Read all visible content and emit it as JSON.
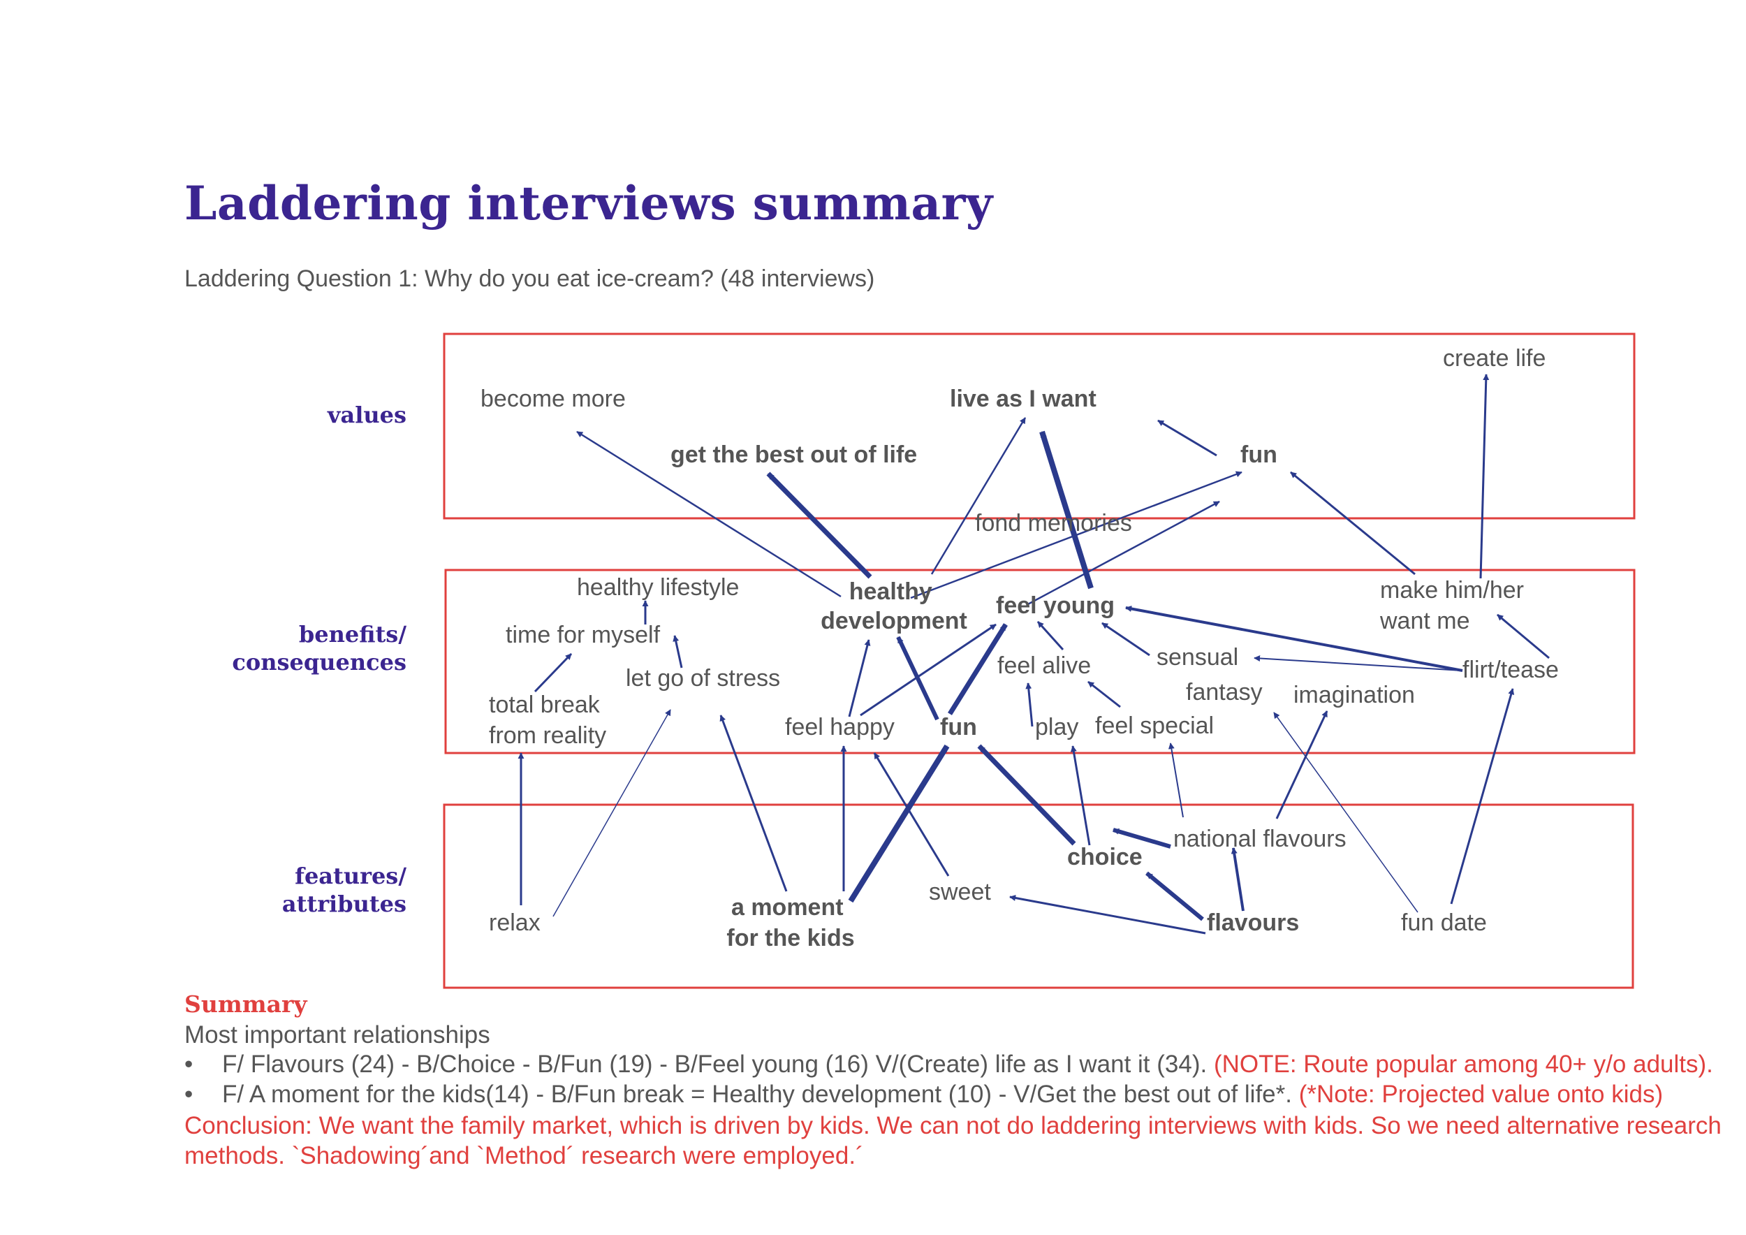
{
  "title": "Laddering interviews summary",
  "subtitle": "Laddering Question 1:  Why do you eat ice-cream? (48 interviews)",
  "row_labels": {
    "values": [
      "values"
    ],
    "benefits": [
      "benefits/",
      "consequences"
    ],
    "features": [
      "features/",
      "attributes"
    ]
  },
  "colors": {
    "title": "#3b2590",
    "arrow": "#2a3a8c",
    "box": "#e0403e",
    "text": "#555555",
    "note": "#e0403e"
  },
  "nodes": [
    {
      "id": "create-life",
      "lines": [
        "create life"
      ],
      "bold": false
    },
    {
      "id": "become-more",
      "lines": [
        "become more"
      ],
      "bold": false
    },
    {
      "id": "live-as-i-want",
      "lines": [
        "live as I want"
      ],
      "bold": true
    },
    {
      "id": "get-the-best-out-of-life",
      "lines": [
        "get the best out of life"
      ],
      "bold": true
    },
    {
      "id": "fun-value",
      "lines": [
        "fun"
      ],
      "bold": true
    },
    {
      "id": "fond-memories",
      "lines": [
        "fond memories"
      ],
      "bold": false
    },
    {
      "id": "healthy-lifestyle",
      "lines": [
        "healthy lifestyle"
      ],
      "bold": false
    },
    {
      "id": "healthy-development",
      "lines": [
        "healthy",
        "development"
      ],
      "bold": true
    },
    {
      "id": "feel-young",
      "lines": [
        "feel young"
      ],
      "bold": true
    },
    {
      "id": "make-him-her-want-me",
      "lines": [
        "make him/her",
        "want me"
      ],
      "bold": false
    },
    {
      "id": "time-for-myself",
      "lines": [
        "time for myself"
      ],
      "bold": false
    },
    {
      "id": "let-go-of-stress",
      "lines": [
        "let go of stress"
      ],
      "bold": false
    },
    {
      "id": "total-break",
      "lines": [
        "total break",
        "from reality"
      ],
      "bold": false
    },
    {
      "id": "feel-alive",
      "lines": [
        "feel alive"
      ],
      "bold": false
    },
    {
      "id": "sensual",
      "lines": [
        "sensual"
      ],
      "bold": false
    },
    {
      "id": "fantasy",
      "lines": [
        "fantasy"
      ],
      "bold": false
    },
    {
      "id": "imagination",
      "lines": [
        "imagination"
      ],
      "bold": false
    },
    {
      "id": "flirt-tease",
      "lines": [
        "flirt/tease"
      ],
      "bold": false
    },
    {
      "id": "feel-happy",
      "lines": [
        "feel happy"
      ],
      "bold": false
    },
    {
      "id": "fun-benefit",
      "lines": [
        "fun"
      ],
      "bold": true
    },
    {
      "id": "play",
      "lines": [
        "play"
      ],
      "bold": false
    },
    {
      "id": "feel-special",
      "lines": [
        "feel special"
      ],
      "bold": false
    },
    {
      "id": "national-flavours",
      "lines": [
        "national flavours"
      ],
      "bold": false
    },
    {
      "id": "choice",
      "lines": [
        "choice"
      ],
      "bold": true
    },
    {
      "id": "relax",
      "lines": [
        "relax"
      ],
      "bold": false
    },
    {
      "id": "a-moment-for-the-kids",
      "lines": [
        "a moment",
        "for the kids"
      ],
      "bold": true
    },
    {
      "id": "sweet",
      "lines": [
        "sweet"
      ],
      "bold": false
    },
    {
      "id": "flavours",
      "lines": [
        "flavours"
      ],
      "bold": true
    },
    {
      "id": "fun-date",
      "lines": [
        "fun date"
      ],
      "bold": false
    }
  ],
  "summary": {
    "heading": "Summary",
    "subheading": "Most important relationships",
    "bullets": [
      {
        "text": "F/ Flavours (24) - B/Choice - B/Fun (19) - B/Feel young (16) V/(Create) life as I want it (34). ",
        "note": "(NOTE:  Route popular among 40+ y/o adults)."
      },
      {
        "text": "F/ A moment for the kids(14)  - B/Fun break = Healthy development (10) - V/Get the best out of life*. ",
        "note": "(*Note: Projected value onto kids)"
      }
    ],
    "conclusion": "Conclusion:  We want the family market, which is driven by kids.  We can not do laddering interviews with kids. So we need alternative research methods.  `Shadowing´and `Method´ research were employed.´"
  }
}
